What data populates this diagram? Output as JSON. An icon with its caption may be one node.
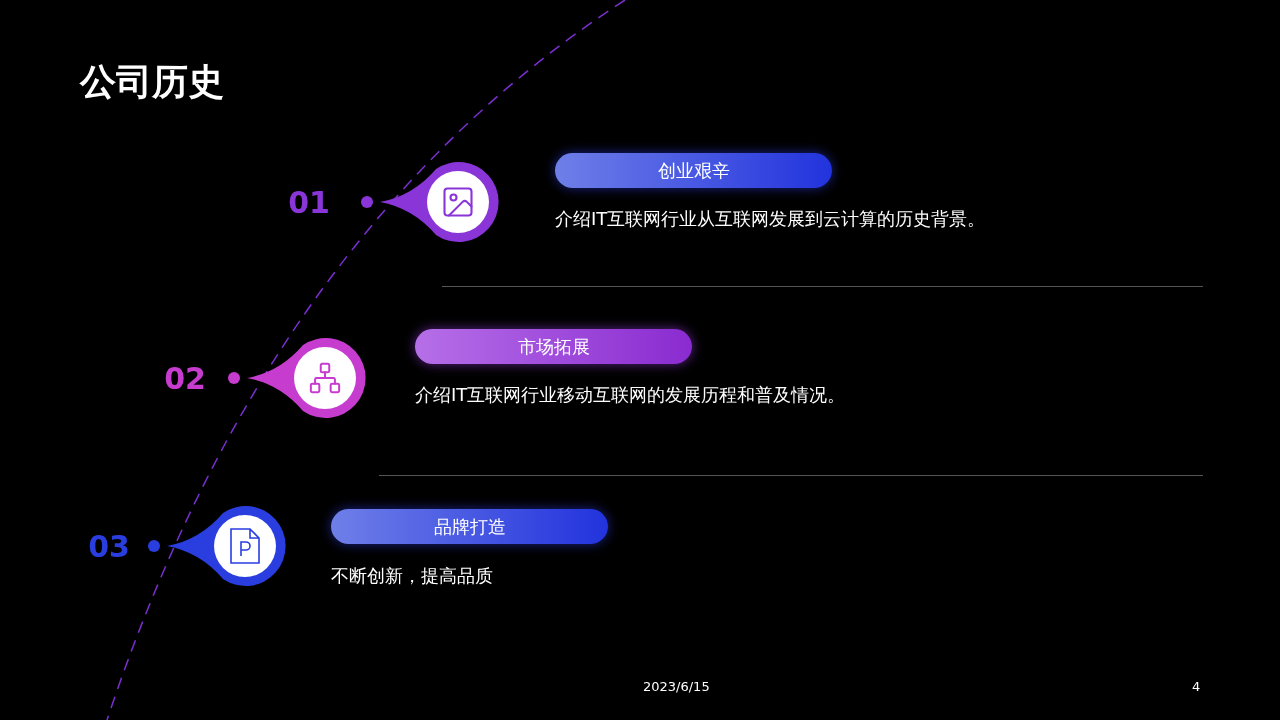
{
  "diagram": {
    "title": "公司历史",
    "nodes": [
      {
        "text": [
          "创业艰辛",
          "介绍IT互联网行业从互联网发展到云计算的历史背景。"
        ]
      },
      {
        "text": [
          "市场拓展",
          "介绍IT互联网行业移动互联网的发展历程和普及情况。"
        ]
      },
      {
        "text": [
          "品牌打造",
          "不断创新，提高品质"
        ]
      }
    ],
    "labels": [
      "01",
      "02",
      "03",
      "2023/6/15",
      "4"
    ]
  }
}
